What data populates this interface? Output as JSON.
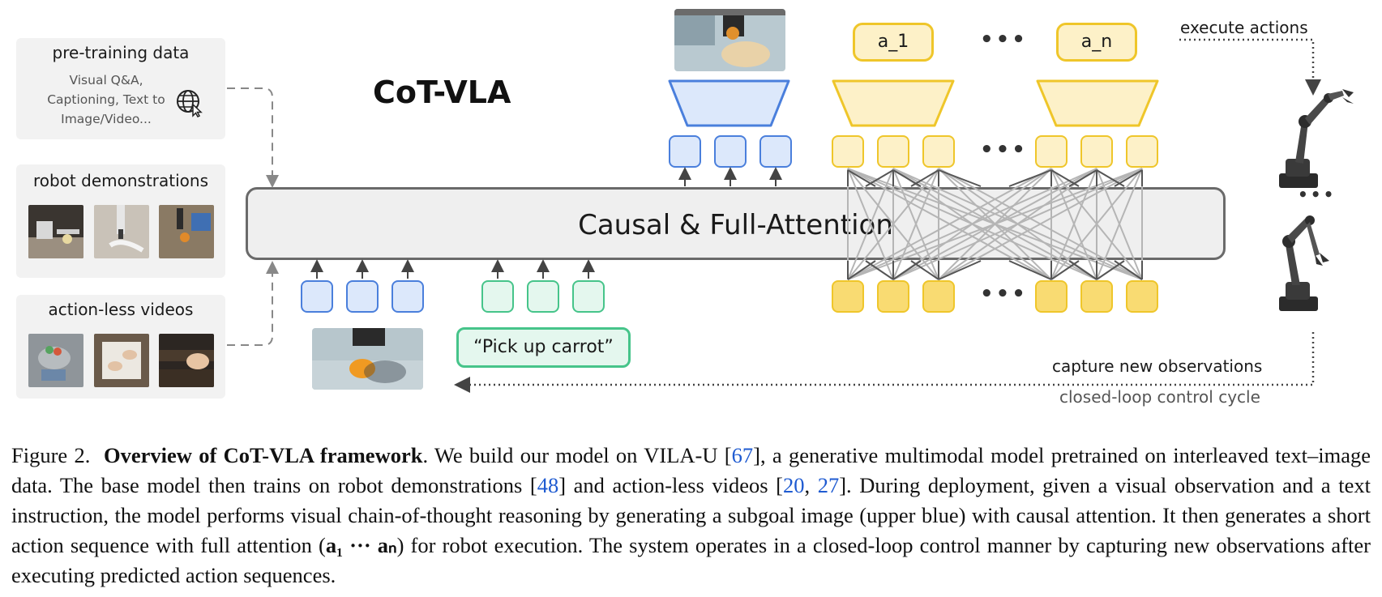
{
  "figure": {
    "title": "CoT-VLA",
    "pretraining": {
      "title": "pre-training data",
      "text": "Visual Q&A, Captioning, Text to Image/Video..."
    },
    "robot_demos": {
      "title": "robot demonstrations"
    },
    "actionless": {
      "title": "action-less videos"
    },
    "attention_label": "Causal & Full-Attention",
    "instruction": "“Pick up carrot”",
    "action_tokens": [
      "a_1",
      "a_n"
    ],
    "ellipsis": "•••",
    "execute_label": "execute actions",
    "capture_label": "capture new observations",
    "loop_label": "closed-loop control cycle",
    "colors": {
      "blue": "#4a7fdc",
      "green": "#46c48a",
      "yellow": "#efc62a"
    },
    "icons": [
      "globe-cursor-icon",
      "robot-arm-icon"
    ]
  },
  "caption": {
    "prefix": "Figure 2.",
    "bold": "Overview of CoT-VLA framework",
    "part1": ". We build our model on VILA-U [",
    "ref1": "67",
    "part2": "], a generative multimodal model pretrained on interleaved text–image data. The base model then trains on robot demonstrations [",
    "ref2": "48",
    "part3": "] and action-less videos [",
    "ref3": "20",
    "sep": ", ",
    "ref4": "27",
    "part4": "]. During deployment, given a visual observation and a text instruction, the model performs visual chain-of-thought reasoning by generating a subgoal image (upper blue) with causal attention. It then generates a short action sequence with full attention (",
    "math": "a₁ ··· aₙ",
    "part5": ") for robot execution. The system operates in a closed-loop control manner by capturing new observations after executing predicted action sequences."
  }
}
